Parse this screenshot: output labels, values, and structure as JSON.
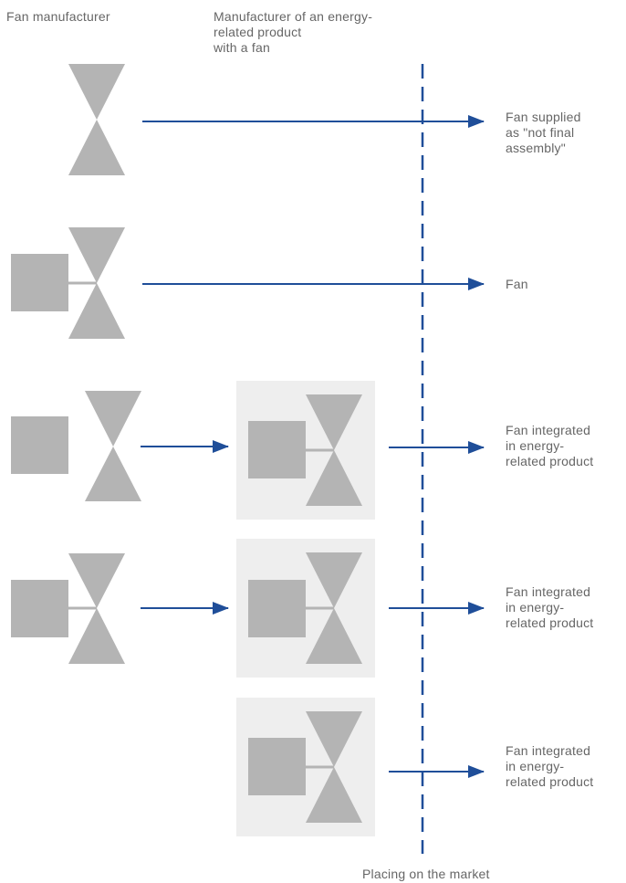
{
  "headers": {
    "fan_manufacturer": "Fan manufacturer",
    "product_manufacturer": "Manufacturer of an energy-\nrelated product\nwith a fan"
  },
  "rows": [
    {
      "outcome": "Fan supplied\nas \"not final\nassembly\""
    },
    {
      "outcome": "Fan"
    },
    {
      "outcome": "Fan integrated\nin energy-\nrelated product"
    },
    {
      "outcome": "Fan integrated\nin energy-\nrelated product"
    },
    {
      "outcome": "Fan integrated\nin energy-\nrelated product"
    }
  ],
  "footer": {
    "market_line_label": "Placing on the market"
  },
  "colors": {
    "arrow": "#1f4e99",
    "market_line": "#1f4e99",
    "fan_grey": "#b4b4b4",
    "box_bg": "#eeeeee",
    "text": "#666666"
  }
}
